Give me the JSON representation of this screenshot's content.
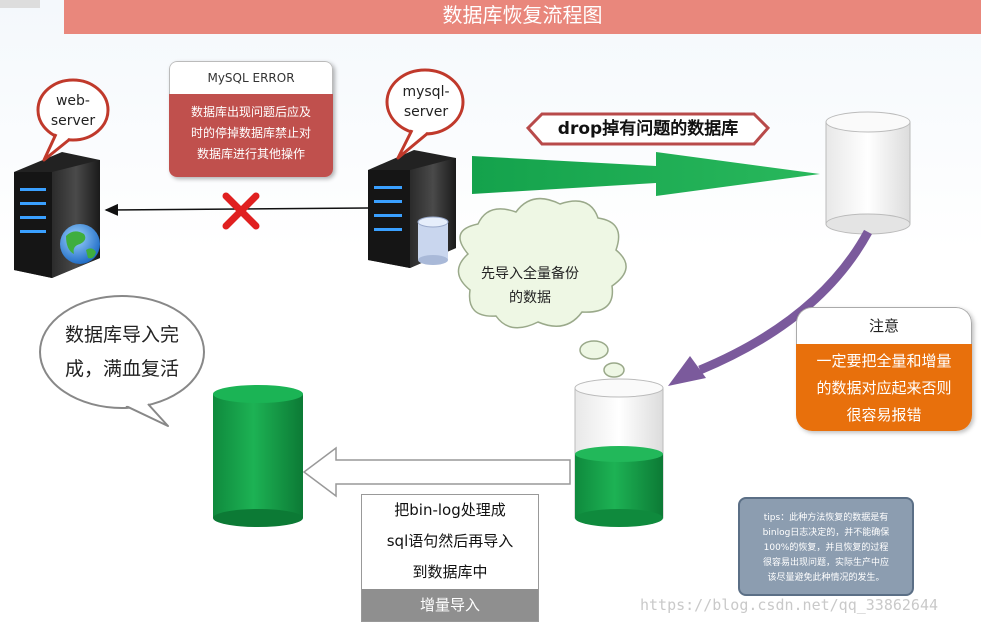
{
  "title": "数据库恢复流程图",
  "web_server_label_line1": "web-",
  "web_server_label_line2": "server",
  "mysql_server_label_line1": "mysql-",
  "mysql_server_label_line2": "server",
  "mysql_error": {
    "header": "MySQL ERROR",
    "line1": "数据库出现问题后应及",
    "line2": "时的停掉数据库禁止对",
    "line3": "数据库进行其他操作"
  },
  "drop_label": "drop掉有问题的数据库",
  "cloud": {
    "line1": "先导入全量备份",
    "line2": "的数据"
  },
  "done_bubble": {
    "line1": "数据库导入完",
    "line2": "成，满血复活"
  },
  "notice": {
    "title": "注意",
    "line1": "一定要把全量和增量",
    "line2": "的数据对应起来否则",
    "line3": "很容易报错"
  },
  "steps": {
    "line1": "把bin-log处理成",
    "line2": "sql语句然后再导入",
    "line3": "到数据库中",
    "footer": "增量导入"
  },
  "tips": {
    "line1": "tips：此种方法恢复的数据是有",
    "line2": "binlog日志决定的，并不能确保",
    "line3": "100%的恢复，并且恢复的过程",
    "line4": "很容易出现问题，实际生产中应",
    "line5": "该尽量避免此种情况的发生。"
  },
  "watermark": "https://blog.csdn.net/qq_33862644",
  "colors": {
    "title_bar": "#e9877c",
    "error_card": "#c0504d",
    "green_arrow": "#17a650",
    "db_green": "#16a04a",
    "purple_arrow": "#7b5a9c",
    "notice_orange": "#e8700c",
    "tips_bg": "#8c9db0"
  },
  "icons": [
    "server-icon",
    "globe-icon",
    "red-x-icon",
    "database-icon",
    "cloud-icon",
    "speech-bubble-icon"
  ]
}
